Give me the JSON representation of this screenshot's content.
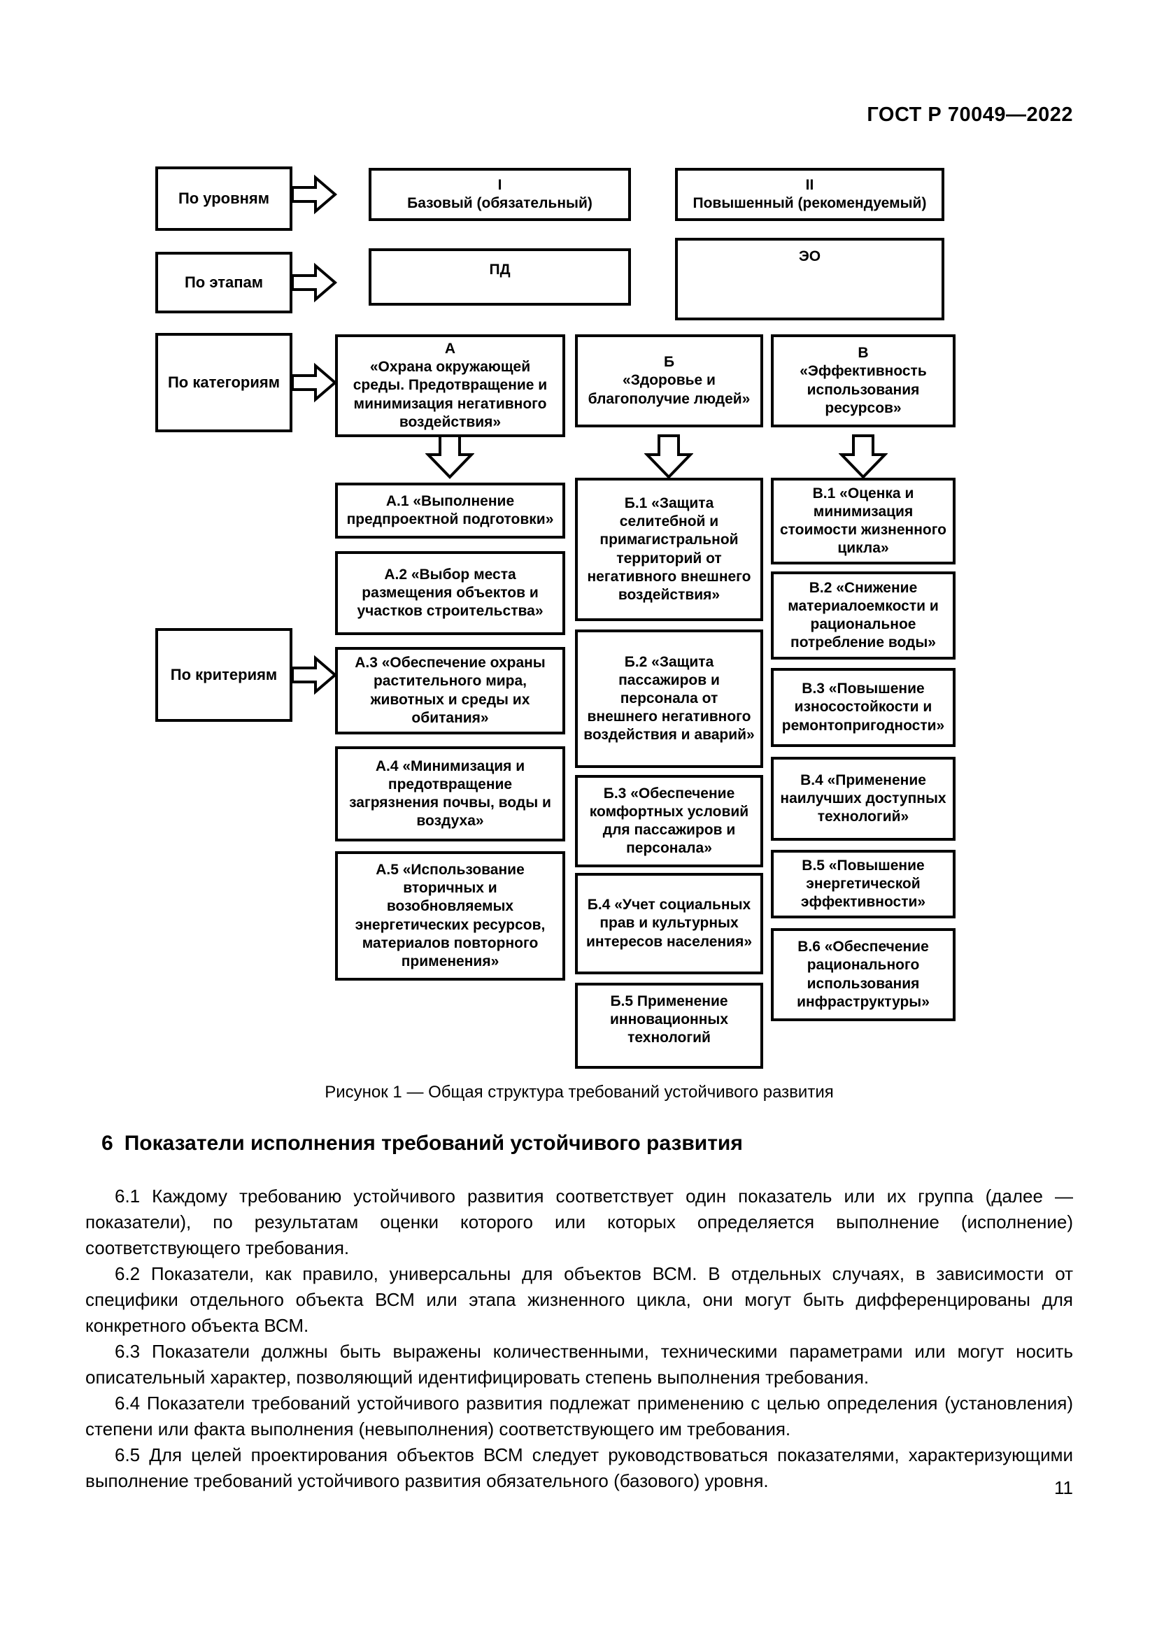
{
  "page": {
    "standard_code": "ГОСТ Р 70049—2022",
    "page_number": "11"
  },
  "figure": {
    "caption": "Рисунок 1 — Общая структура требований устойчивого развития",
    "axis_labels": {
      "levels": "По уровням",
      "stages": "По этапам",
      "categories": "По категориям",
      "criteria": "По критериям"
    },
    "levels": [
      {
        "code": "I",
        "name": "Базовый (обязательный)"
      },
      {
        "code": "II",
        "name": "Повышенный (рекомендуемый)"
      }
    ],
    "stages": [
      "ПД",
      "ЭО"
    ],
    "categories": [
      {
        "code": "А",
        "name": "«Охрана окружающей среды. Предотвращение и минимизация негативного воздействия»"
      },
      {
        "code": "Б",
        "name": "«Здоровье и благополучие людей»"
      },
      {
        "code": "В",
        "name": "«Эффективность использования ресурсов»"
      }
    ],
    "criteria": {
      "a": [
        "А.1 «Выполнение предпроектной подготовки»",
        "А.2 «Выбор места размещения объектов и участков строительства»",
        "А.3 «Обеспечение охраны растительного мира, животных и среды их обитания»",
        "А.4 «Минимизация и предотвращение загрязнения почвы, воды и воздуха»",
        "А.5 «Использование вторичных и возобновляемых энергетических ресурсов, материалов повторного применения»"
      ],
      "b": [
        "Б.1 «Защита селитебной и примагистральной территорий от негативного внешнего воздействия»",
        "Б.2 «Защита пассажиров и персонала от внешнего негативного воздействия и аварий»",
        "Б.3 «Обеспечение комфортных условий для пассажиров и персонала»",
        "Б.4 «Учет социальных прав и культурных интересов населения»",
        "Б.5 Применение инновационных технологий"
      ],
      "v": [
        "В.1 «Оценка и минимизация стоимости жизненного цикла»",
        "В.2 «Снижение материалоемкости и рациональное потребление воды»",
        "В.3 «Повышение износостойкости и ремонтопригодности»",
        "В.4 «Применение наилучших доступных технологий»",
        "В.5 «Повышение энергетической эффективности»",
        "В.6 «Обеспечение рационального использования инфраструктуры»"
      ]
    }
  },
  "section": {
    "heading_number": "6",
    "heading_title": "Показатели исполнения требований устойчивого развития",
    "paragraphs": [
      "6.1 Каждому требованию устойчивого развития соответствует один показатель или их группа (далее — показатели), по результатам оценки которого или которых определяется выполнение (исполнение) соответствующего требования.",
      "6.2 Показатели, как правило, универсальны для объектов ВСМ. В отдельных случаях, в зависимости от специфики отдельного объекта ВСМ или этапа жизненного цикла, они могут быть дифференцированы для конкретного объекта ВСМ.",
      "6.3 Показатели должны быть выражены количественными, техническими параметрами или могут носить описательный характер, позволяющий идентифицировать степень выполнения требования.",
      "6.4 Показатели требований устойчивого развития подлежат применению с целью определения (установления) степени или факта выполнения (невыполнения) соответствующего им требования.",
      "6.5 Для целей проектирования объектов ВСМ следует руководствоваться показателями, характеризующими выполнение требований устойчивого развития обязательного (базового) уровня."
    ]
  }
}
